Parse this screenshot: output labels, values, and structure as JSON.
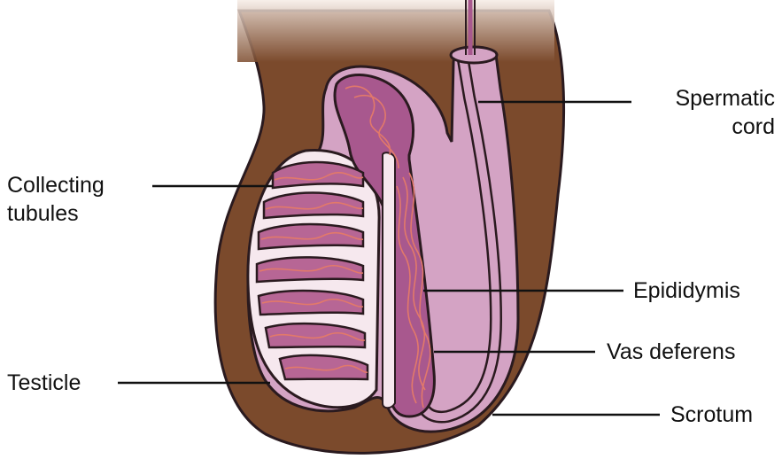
{
  "diagram": {
    "labels": {
      "spermatic_cord": {
        "line1": "Spermatic",
        "line2": "cord"
      },
      "collecting_tubules": {
        "line1": "Collecting",
        "line2": "tubules"
      },
      "epididymis": "Epididymis",
      "vas_deferens": "Vas deferens",
      "testicle": "Testicle",
      "scrotum": "Scrotum"
    },
    "colors": {
      "scrotum": "#7b4a2c",
      "scrotum_top_fade": "#f2e6dd",
      "tissue": "#d4a3c4",
      "tissue_dark": "#a8588e",
      "testicle_fill": "#f6e8ee",
      "tubule": "#b76695",
      "tubule_lines": "#e2796a",
      "outline": "#2a1a1f",
      "leader": "#111111"
    }
  }
}
